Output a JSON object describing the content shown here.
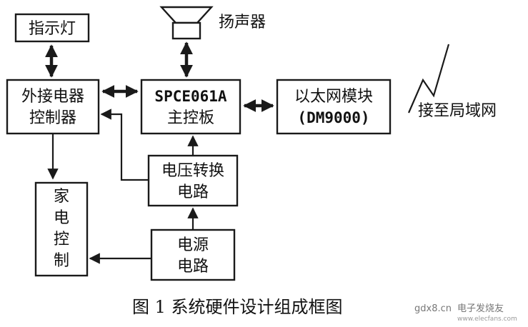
{
  "blocks": {
    "indicator": "指示灯",
    "speaker": "扬声器",
    "relay_controller": [
      "外接电器",
      "控制器"
    ],
    "main_board": [
      "SPCE061A",
      "主控板"
    ],
    "ethernet_module": [
      "以太网模块",
      "(DM9000)"
    ],
    "lan": "接至局域网",
    "voltage_converter": [
      "电压转换",
      "电路"
    ],
    "appliance_control": [
      "家",
      "电",
      "控",
      "制"
    ],
    "power_supply": [
      "电源",
      "电路"
    ]
  },
  "caption": "图 1 系统硬件设计组成框图",
  "watermark": {
    "site": "gdx8.cn",
    "brand": "电子发烧友",
    "url": "www.elecfans.com"
  }
}
